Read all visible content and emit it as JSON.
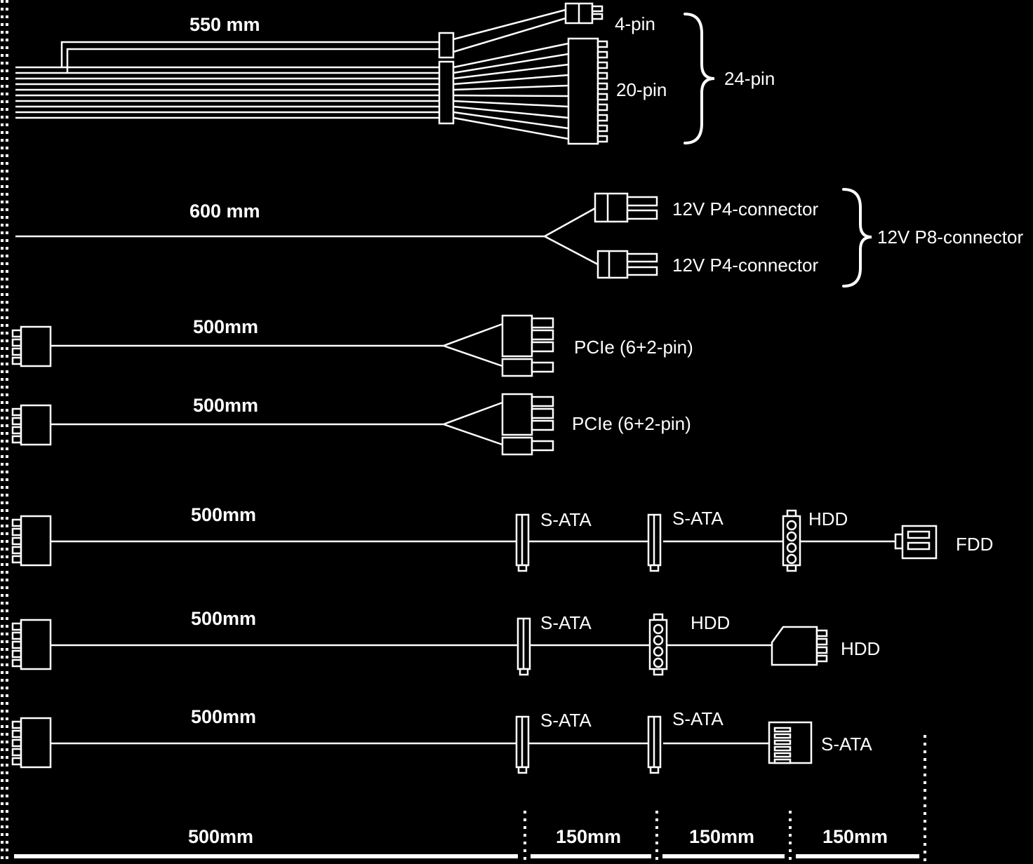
{
  "colors": {
    "background": "#000000",
    "line": "#ffffff",
    "text": "#ffffff"
  },
  "rows": {
    "atx": {
      "length_label": "550 mm",
      "connector_4pin": "4-pin",
      "connector_20pin": "20-pin",
      "group_24pin": "24-pin"
    },
    "eps": {
      "length_label": "600 mm",
      "p4_top": "12V P4-connector",
      "p4_bottom": "12V P4-connector",
      "p8_group": "12V P8-connector"
    },
    "pcie1": {
      "length_label": "500mm",
      "connector": "PCIe (6+2-pin)"
    },
    "pcie2": {
      "length_label": "500mm",
      "connector": "PCIe (6+2-pin)"
    },
    "peripheral1": {
      "length_label": "500mm",
      "connectors": [
        "S-ATA",
        "S-ATA",
        "HDD",
        "FDD"
      ]
    },
    "peripheral2": {
      "length_label": "500mm",
      "connectors": [
        "S-ATA",
        "HDD",
        "HDD"
      ]
    },
    "peripheral3": {
      "length_label": "500mm",
      "connectors": [
        "S-ATA",
        "S-ATA",
        "S-ATA"
      ]
    },
    "scale": {
      "segments": [
        "500mm",
        "150mm",
        "150mm",
        "150mm"
      ]
    }
  }
}
